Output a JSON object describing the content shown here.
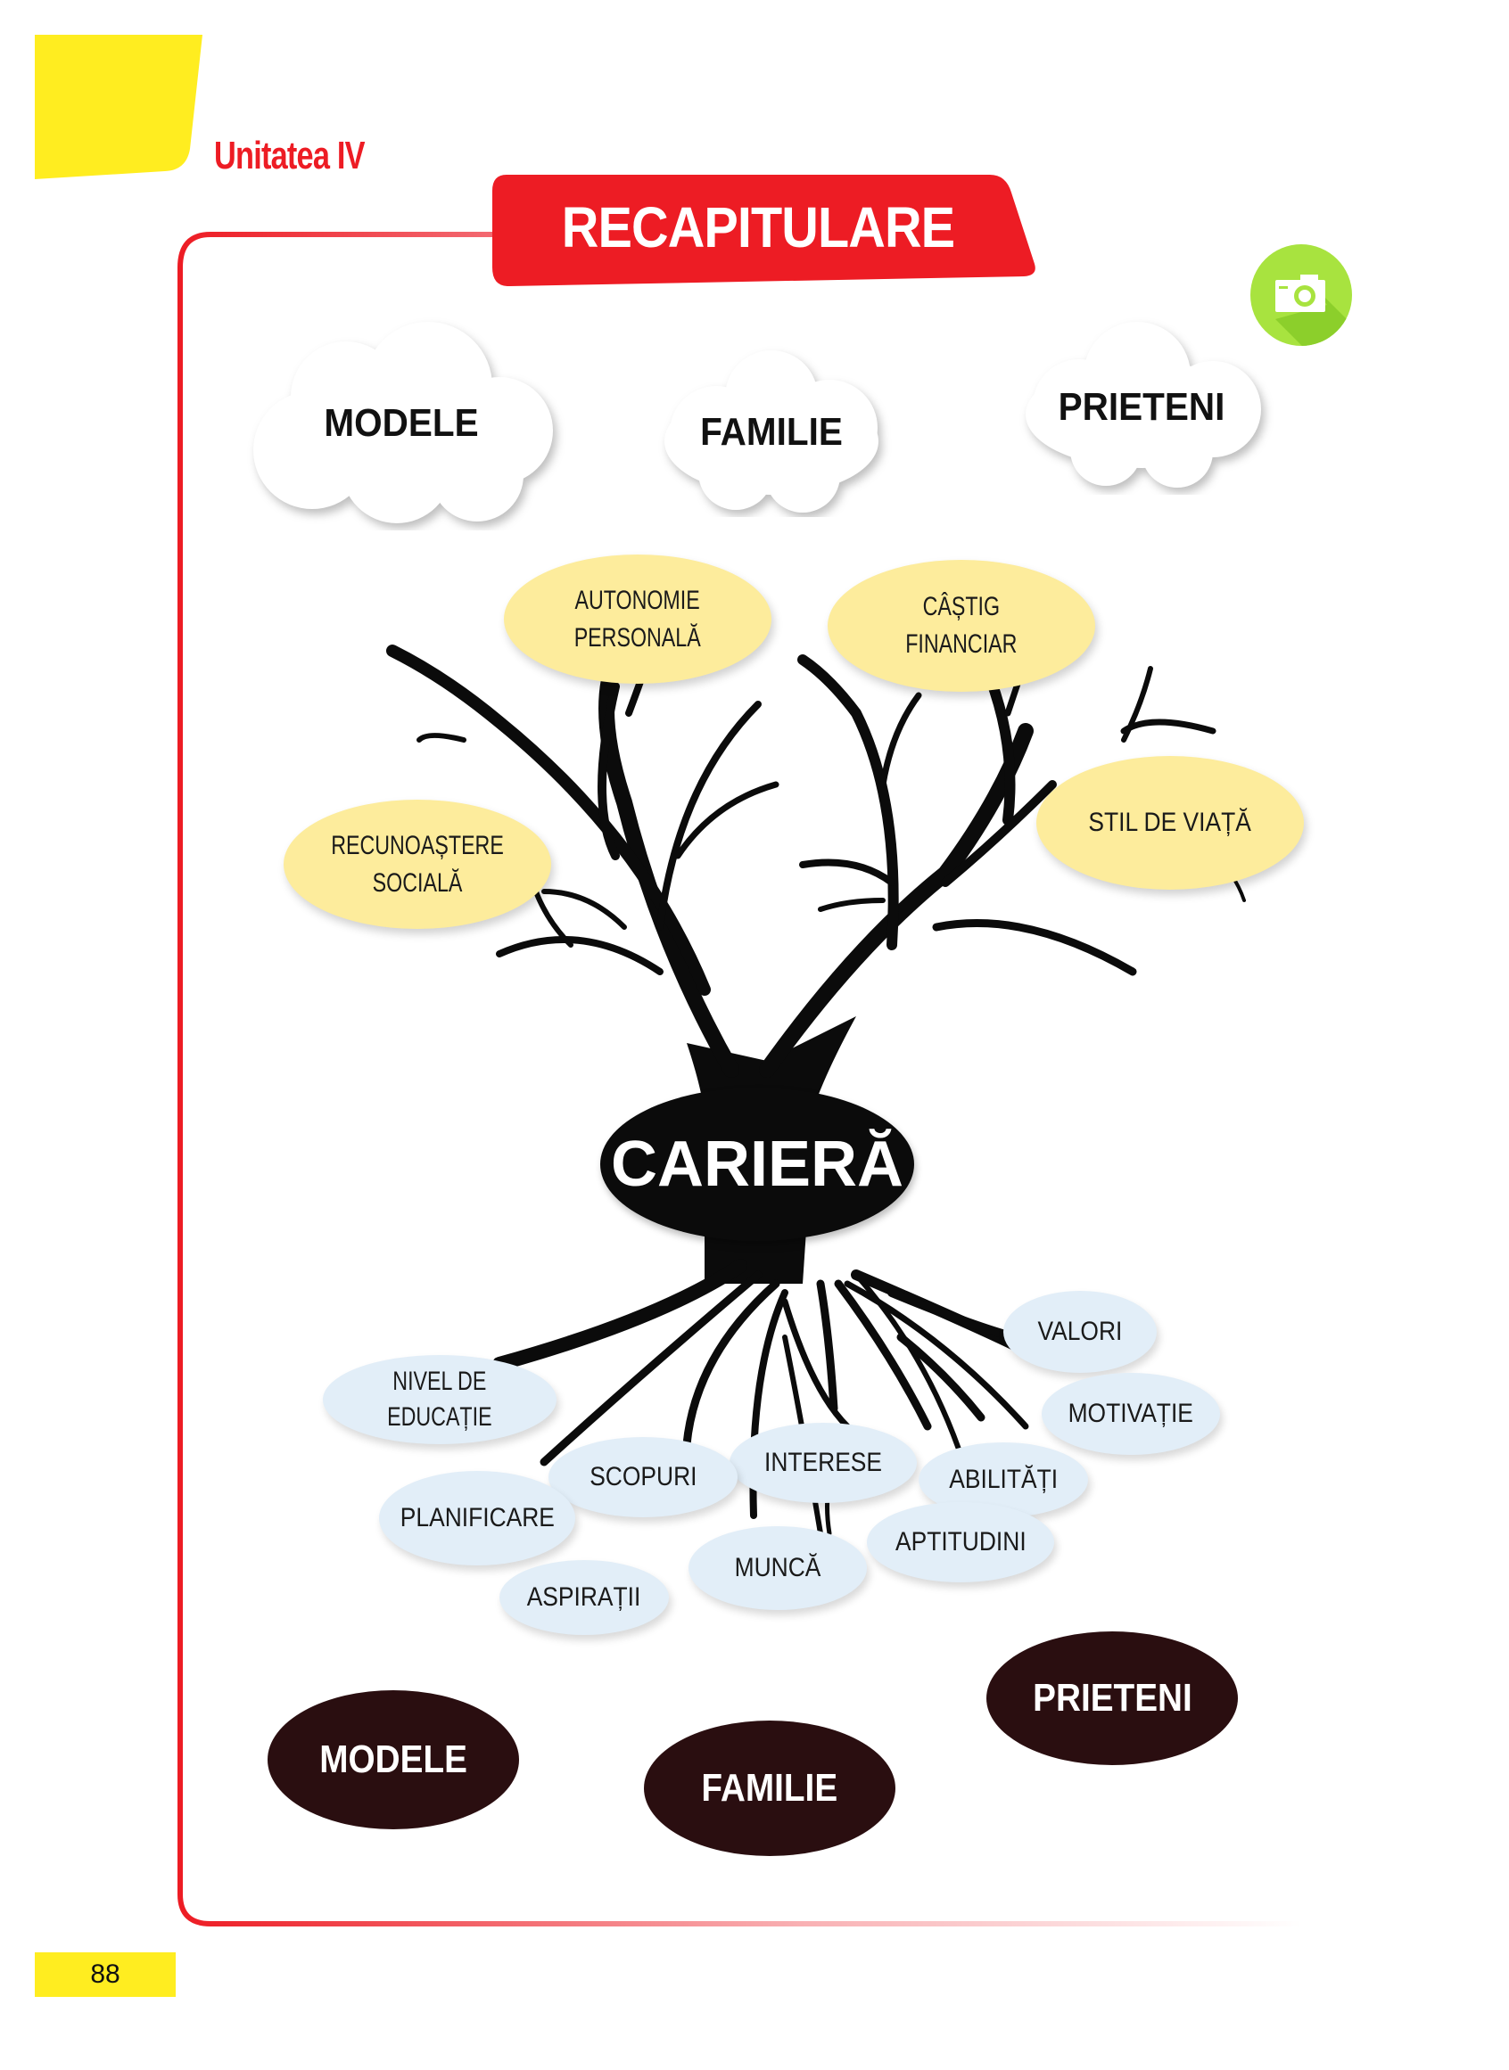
{
  "header": {
    "unit_title": "Unitatea IV",
    "section_title": "RECAPITULARE",
    "camera_icon": "camera-icon"
  },
  "colors": {
    "accent_red": "#ed1c24",
    "tab_yellow": "#ffed20",
    "camera_green": "#a8e33f",
    "leaf_yellow": "#fdec9c",
    "root_blue": "#e2eef8",
    "dark_oval": "#2a0e10"
  },
  "top_clouds": [
    {
      "label": "MODELE"
    },
    {
      "label": "FAMILIE"
    },
    {
      "label": "PRIETENI"
    }
  ],
  "center": {
    "label": "CARIERĂ"
  },
  "branches": [
    {
      "label": "AUTONOMIE PERSONALĂ",
      "lines": [
        "AUTONOMIE",
        "PERSONALĂ"
      ]
    },
    {
      "label": "CÂȘTIG FINANCIAR",
      "lines": [
        "CÂȘTIG",
        "FINANCIAR"
      ]
    },
    {
      "label": "RECUNOAȘTERE SOCIALĂ",
      "lines": [
        "RECUNOAȘTERE",
        "SOCIALĂ"
      ]
    },
    {
      "label": "STIL DE VIAȚĂ",
      "lines": [
        "STIL DE VIAȚĂ"
      ]
    }
  ],
  "roots": [
    {
      "label": "VALORI",
      "lines": [
        "VALORI"
      ]
    },
    {
      "label": "NIVEL DE EDUCAȚIE",
      "lines": [
        "NIVEL DE",
        "EDUCAȚIE"
      ]
    },
    {
      "label": "MOTIVAȚIE",
      "lines": [
        "MOTIVAȚIE"
      ]
    },
    {
      "label": "INTERESE",
      "lines": [
        "INTERESE"
      ]
    },
    {
      "label": "SCOPURI",
      "lines": [
        "SCOPURI"
      ]
    },
    {
      "label": "ABILITĂȚI",
      "lines": [
        "ABILITĂȚI"
      ]
    },
    {
      "label": "PLANIFICARE",
      "lines": [
        "PLANIFICARE"
      ]
    },
    {
      "label": "APTITUDINI",
      "lines": [
        "APTITUDINI"
      ]
    },
    {
      "label": "MUNCĂ",
      "lines": [
        "MUNCĂ"
      ]
    },
    {
      "label": "ASPIRAȚII",
      "lines": [
        "ASPIRAȚII"
      ]
    }
  ],
  "bottom_ovals": [
    {
      "label": "MODELE"
    },
    {
      "label": "FAMILIE"
    },
    {
      "label": "PRIETENI"
    }
  ],
  "footer": {
    "page_number": "88"
  }
}
